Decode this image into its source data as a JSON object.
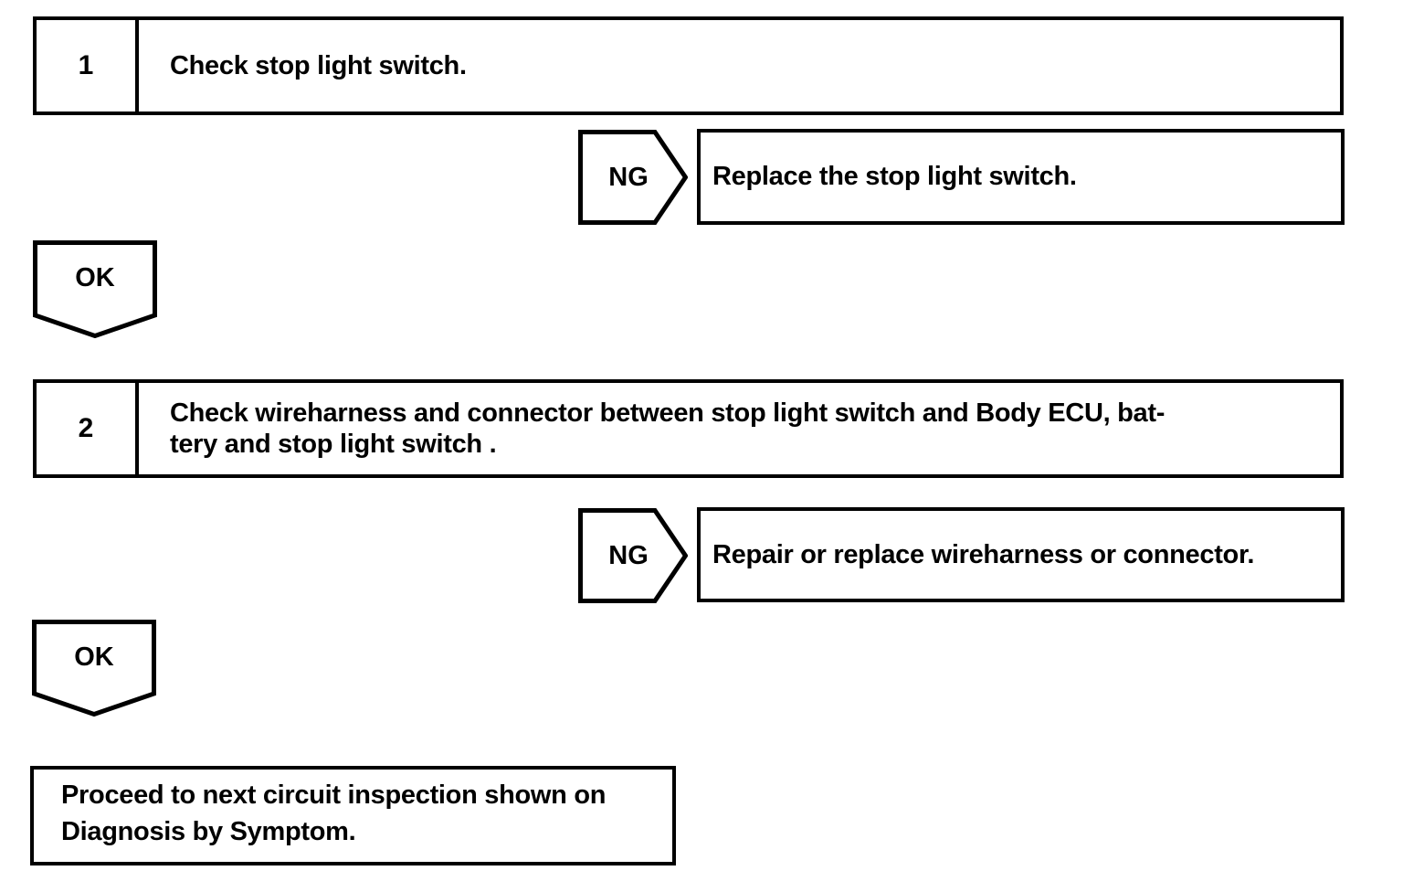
{
  "page": {
    "background_color": "#ffffff",
    "line_color": "#000000"
  },
  "flowchart": {
    "steps": [
      {
        "number": "1",
        "instruction_lines": [
          "Check stop light switch."
        ],
        "ng": {
          "label": "NG",
          "result": "Replace the stop light switch."
        },
        "ok": {
          "label": "OK"
        }
      },
      {
        "number": "2",
        "instruction_lines": [
          "Check wireharness and connector between stop light switch and Body ECU, bat-",
          "tery and stop light switch ."
        ],
        "ng": {
          "label": "NG",
          "result": "Repair or replace wireharness or connector."
        },
        "ok": {
          "label": "OK"
        }
      }
    ],
    "final_lines": [
      "Proceed to next circuit inspection shown on",
      "Diagnosis by Symptom."
    ]
  }
}
